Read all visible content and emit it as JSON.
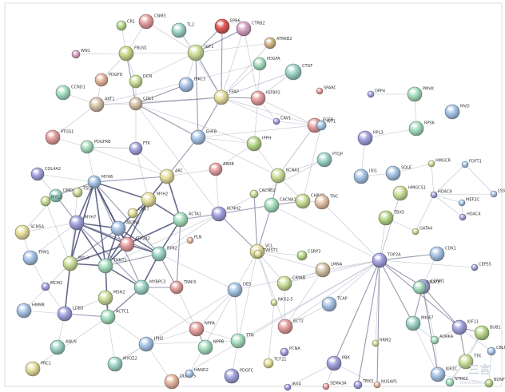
{
  "network": {
    "nodes": [
      {
        "id": "cr1",
        "label": "CR1",
        "color": "#b9d98c"
      },
      {
        "id": "cnm3",
        "label": "CNM3",
        "color": "#e6a0a0"
      },
      {
        "id": "tl2",
        "label": "TL2",
        "color": "#9fd6c8"
      },
      {
        "id": "epb6",
        "label": "EPB6",
        "color": "#e05a5a"
      },
      {
        "id": "ctrb2",
        "label": "CTRB2",
        "color": "#d9a6c6"
      },
      {
        "id": "atrkb2",
        "label": "ATRKB2",
        "color": "#d6b88a"
      },
      {
        "id": "wn1",
        "label": "WN1",
        "color": "#d9a6c6"
      },
      {
        "id": "fbln1",
        "label": "FBLN1",
        "color": "#cdd98c"
      },
      {
        "id": "pdgfd",
        "label": "PDGFD",
        "color": "#e6b8a0"
      },
      {
        "id": "dcn",
        "label": "DCN",
        "color": "#cde09a"
      },
      {
        "id": "igf1",
        "label": "IGF1",
        "color": "#cde09a"
      },
      {
        "id": "pdgfa",
        "label": "PDGFA",
        "color": "#a8e0c0"
      },
      {
        "id": "ctgf",
        "label": "CTGF",
        "color": "#9fd6c8"
      },
      {
        "id": "ccnd1",
        "label": "CCND1",
        "color": "#a8e0c0"
      },
      {
        "id": "pikc3",
        "label": "PIKC3",
        "color": "#a9c6e8"
      },
      {
        "id": "ffap",
        "label": "FFAP",
        "color": "#e6e0a0"
      },
      {
        "id": "akt1",
        "label": "AKT1",
        "color": "#d6c4a8"
      },
      {
        "id": "col1",
        "label": "COL1",
        "color": "#d6c4a8"
      },
      {
        "id": "igfbp2",
        "label": "IGFBP2",
        "color": "#e6a0a0"
      },
      {
        "id": "sparc",
        "label": "SPARC",
        "color": "#e6a0a0"
      },
      {
        "id": "egfr",
        "label": "EGFR",
        "color": "#e6a0a0"
      },
      {
        "id": "cav1",
        "label": "CAV1",
        "color": "#a4a4e0"
      },
      {
        "id": "ehfb",
        "label": "EHFB",
        "color": "#a9c6e8"
      },
      {
        "id": "ptgs1",
        "label": "PTGS1",
        "color": "#e6a0a0"
      },
      {
        "id": "pdgfrb",
        "label": "PDGFRB",
        "color": "#a8e0c0"
      },
      {
        "id": "ftk",
        "label": "FTK",
        "color": "#a4a4e0"
      },
      {
        "id": "ipph",
        "label": "IPPH",
        "color": "#b9d98c"
      },
      {
        "id": "ptgp",
        "label": "PTGP",
        "color": "#9fd6c8"
      },
      {
        "id": "kcna1",
        "label": "KCNA1",
        "color": "#cde09a"
      },
      {
        "id": "arc",
        "label": "ARC",
        "color": "#e6e0a0"
      },
      {
        "id": "arrb",
        "label": "ARRB",
        "color": "#e6a0a0"
      },
      {
        "id": "col4a2",
        "label": "COL4A2",
        "color": "#a4a4e0"
      },
      {
        "id": "myh6",
        "label": "MYH6",
        "color": "#a9c6e8"
      },
      {
        "id": "dmd",
        "label": "DMD",
        "color": "#9fd6c8"
      },
      {
        "id": "tsc2",
        "label": "TSC2",
        "color": "#cde09a"
      },
      {
        "id": "myh2",
        "label": "MYH2",
        "color": "#e6e0a0"
      },
      {
        "id": "cacna1",
        "label": "CACNA1",
        "color": "#a8e0c0"
      },
      {
        "id": "chrm1",
        "label": "CHRM1",
        "color": "#cde09a"
      },
      {
        "id": "tnc",
        "label": "TNC",
        "color": "#e6c4a8"
      },
      {
        "id": "cacnb2",
        "label": "CACNB2",
        "color": "#cde09a"
      },
      {
        "id": "acta1",
        "label": "ACTA1",
        "color": "#a8e0c0"
      },
      {
        "id": "cbx7",
        "label": "CBX7",
        "color": "#e6e0a0"
      },
      {
        "id": "myl2",
        "label": "MYL2",
        "color": "#cde09a"
      },
      {
        "id": "myh7",
        "label": "MYH7",
        "color": "#a4a4e0"
      },
      {
        "id": "actn2",
        "label": "ACTN2",
        "color": "#a9c6e8"
      },
      {
        "id": "kcnh2",
        "label": "KCNH2",
        "color": "#a4a4e0"
      },
      {
        "id": "scn5a",
        "label": "SCN5A",
        "color": "#e6e0a0"
      },
      {
        "id": "ryr2",
        "label": "RYR2",
        "color": "#9fd6c8"
      },
      {
        "id": "atp2a2",
        "label": "ATP2A2",
        "color": "#e6a0a0"
      },
      {
        "id": "pln",
        "label": "PLN",
        "color": "#e6b8a0"
      },
      {
        "id": "tnnt2",
        "label": "TNNT2",
        "color": "#a8e0c0"
      },
      {
        "id": "myl3",
        "label": "MYL3",
        "color": "#cde09a"
      },
      {
        "id": "tpm1",
        "label": "TPM1",
        "color": "#a9c6e8"
      },
      {
        "id": "mybpc3",
        "label": "MYBPC3",
        "color": "#9fd6c8"
      },
      {
        "id": "tnni3",
        "label": "TNNI3",
        "color": "#e6a0a0"
      },
      {
        "id": "actc1",
        "label": "ACTC1",
        "color": "#a8e0c0"
      },
      {
        "id": "ldb3",
        "label": "LDB3",
        "color": "#a4a4e0"
      },
      {
        "id": "des",
        "label": "DES",
        "color": "#a9c6e8"
      },
      {
        "id": "vcl",
        "label": "VCL",
        "color": "#e6e0a0"
      },
      {
        "id": "cryab",
        "label": "CRYAB",
        "color": "#cde09a"
      },
      {
        "id": "tcap",
        "label": "TCAP",
        "color": "#a9c6e8"
      },
      {
        "id": "csrp3",
        "label": "CSRP3",
        "color": "#b9d98c"
      },
      {
        "id": "lmna",
        "label": "LMNA",
        "color": "#d6c4a8"
      },
      {
        "id": "ttn",
        "label": "TTN",
        "color": "#a8e0c0"
      },
      {
        "id": "nppa",
        "label": "NPPA",
        "color": "#e6a0a0"
      },
      {
        "id": "nppb",
        "label": "NPPB",
        "color": "#a8e0c0"
      },
      {
        "id": "myoz2",
        "label": "MYOZ2",
        "color": "#9fd6c8"
      },
      {
        "id": "jph2",
        "label": "JPH2",
        "color": "#a9c6e8"
      },
      {
        "id": "top2a",
        "label": "TOP2A",
        "color": "#a4a4e0"
      },
      {
        "id": "cdk1",
        "label": "CDK1",
        "color": "#a9c6e8"
      },
      {
        "id": "ccnb1",
        "label": "CCNB1",
        "color": "#a4a4e0"
      },
      {
        "id": "kif11",
        "label": "KIF11",
        "color": "#a4a4e0"
      },
      {
        "id": "bub1",
        "label": "BUB1",
        "color": "#b9d98c"
      },
      {
        "id": "ttk",
        "label": "TTK",
        "color": "#cde09a"
      },
      {
        "id": "mki67",
        "label": "MKI67",
        "color": "#9fd6c8"
      },
      {
        "id": "aurka",
        "label": "AURKA",
        "color": "#a8e0c0"
      },
      {
        "id": "kif2c",
        "label": "KIF2C",
        "color": "#a9c6e8"
      },
      {
        "id": "cep55",
        "label": "CEP55",
        "color": "#a4a4e0"
      },
      {
        "id": "rrm2",
        "label": "RRM2",
        "color": "#cde09a"
      },
      {
        "id": "pbk",
        "label": "PBK",
        "color": "#a4a4e0"
      },
      {
        "id": "nusap1",
        "label": "NUSAP1",
        "color": "#e6b8a0"
      },
      {
        "id": "dlgap5",
        "label": "DLGAP5",
        "color": "#e6b8a0"
      },
      {
        "id": "ect2",
        "label": "ECT2",
        "color": "#e6a0a0"
      },
      {
        "id": "hmmr",
        "label": "HMMR",
        "color": "#a9c6e8"
      },
      {
        "id": "anln",
        "label": "ANLN",
        "color": "#9fd6c8"
      },
      {
        "id": "prc1",
        "label": "PRC1",
        "color": "#e6e0a0"
      },
      {
        "id": "pcna",
        "label": "PCNA",
        "color": "#a4a4e0"
      },
      {
        "id": "mcm2",
        "label": "MCM2",
        "color": "#a4a4e0"
      },
      {
        "id": "msh2",
        "label": "MSH2",
        "color": "#cde09a"
      },
      {
        "id": "dpp4",
        "label": "DPP4",
        "color": "#a4a4e0"
      },
      {
        "id": "rpl3",
        "label": "RPL3",
        "color": "#a4a4e0"
      },
      {
        "id": "rps6",
        "label": "RPS6",
        "color": "#a8e0c0"
      },
      {
        "id": "pmvk",
        "label": "PMVK",
        "color": "#a8e0c0"
      },
      {
        "id": "mvd",
        "label": "MVD",
        "color": "#a9c6e8"
      },
      {
        "id": "hmgcr",
        "label": "HMGCR",
        "color": "#cde09a"
      },
      {
        "id": "hmgcs1",
        "label": "HMGCS1",
        "color": "#cde09a"
      },
      {
        "id": "idi1",
        "label": "IDI1",
        "color": "#a9c6e8"
      },
      {
        "id": "sqle",
        "label": "SQLE",
        "color": "#a9c6e8"
      },
      {
        "id": "fdft1",
        "label": "FDFT1",
        "color": "#a9c6e8"
      },
      {
        "id": "lss",
        "label": "LSS",
        "color": "#a9c6e8"
      },
      {
        "id": "hdac9",
        "label": "HDAC9",
        "color": "#a4a4e0"
      },
      {
        "id": "hdac4",
        "label": "HDAC4",
        "color": "#a4a4e0"
      },
      {
        "id": "mef2c",
        "label": "MEF2C",
        "color": "#a9c6e8"
      },
      {
        "id": "tbx5",
        "label": "TBX5",
        "color": "#b9d98c"
      },
      {
        "id": "gata4",
        "label": "GATA4",
        "color": "#cde09a"
      },
      {
        "id": "nkx25",
        "label": "NKX2-5",
        "color": "#cde09a"
      },
      {
        "id": "hand2",
        "label": "HAND2",
        "color": "#a9c6e8"
      },
      {
        "id": "pdgfc",
        "label": "PDGFC",
        "color": "#a4a4e0"
      },
      {
        "id": "irx4",
        "label": "IRX4",
        "color": "#a4a4e0"
      },
      {
        "id": "tbx3",
        "label": "TBX3",
        "color": "#a4a4e0"
      },
      {
        "id": "sema3a",
        "label": "SEMA3A",
        "color": "#e6a0a0"
      },
      {
        "id": "ntrk2",
        "label": "NTRK2",
        "color": "#a8e0c0"
      },
      {
        "id": "bdnf",
        "label": "BDNF",
        "color": "#b9d98c"
      },
      {
        "id": "cbln1",
        "label": "CBLN1",
        "color": "#a9c6e8"
      },
      {
        "id": "tcf21",
        "label": "TCF21",
        "color": "#e6e0a0"
      },
      {
        "id": "wt1",
        "label": "WT1",
        "color": "#a9c6e8"
      },
      {
        "id": "nr2f2",
        "label": "NR2F2",
        "color": "#a8e0c0"
      },
      {
        "id": "twist1",
        "label": "TWIST1",
        "color": "#e6e0a0"
      }
    ],
    "watermark_text": "三言",
    "watermark_sub": "www.bbs.cn"
  }
}
